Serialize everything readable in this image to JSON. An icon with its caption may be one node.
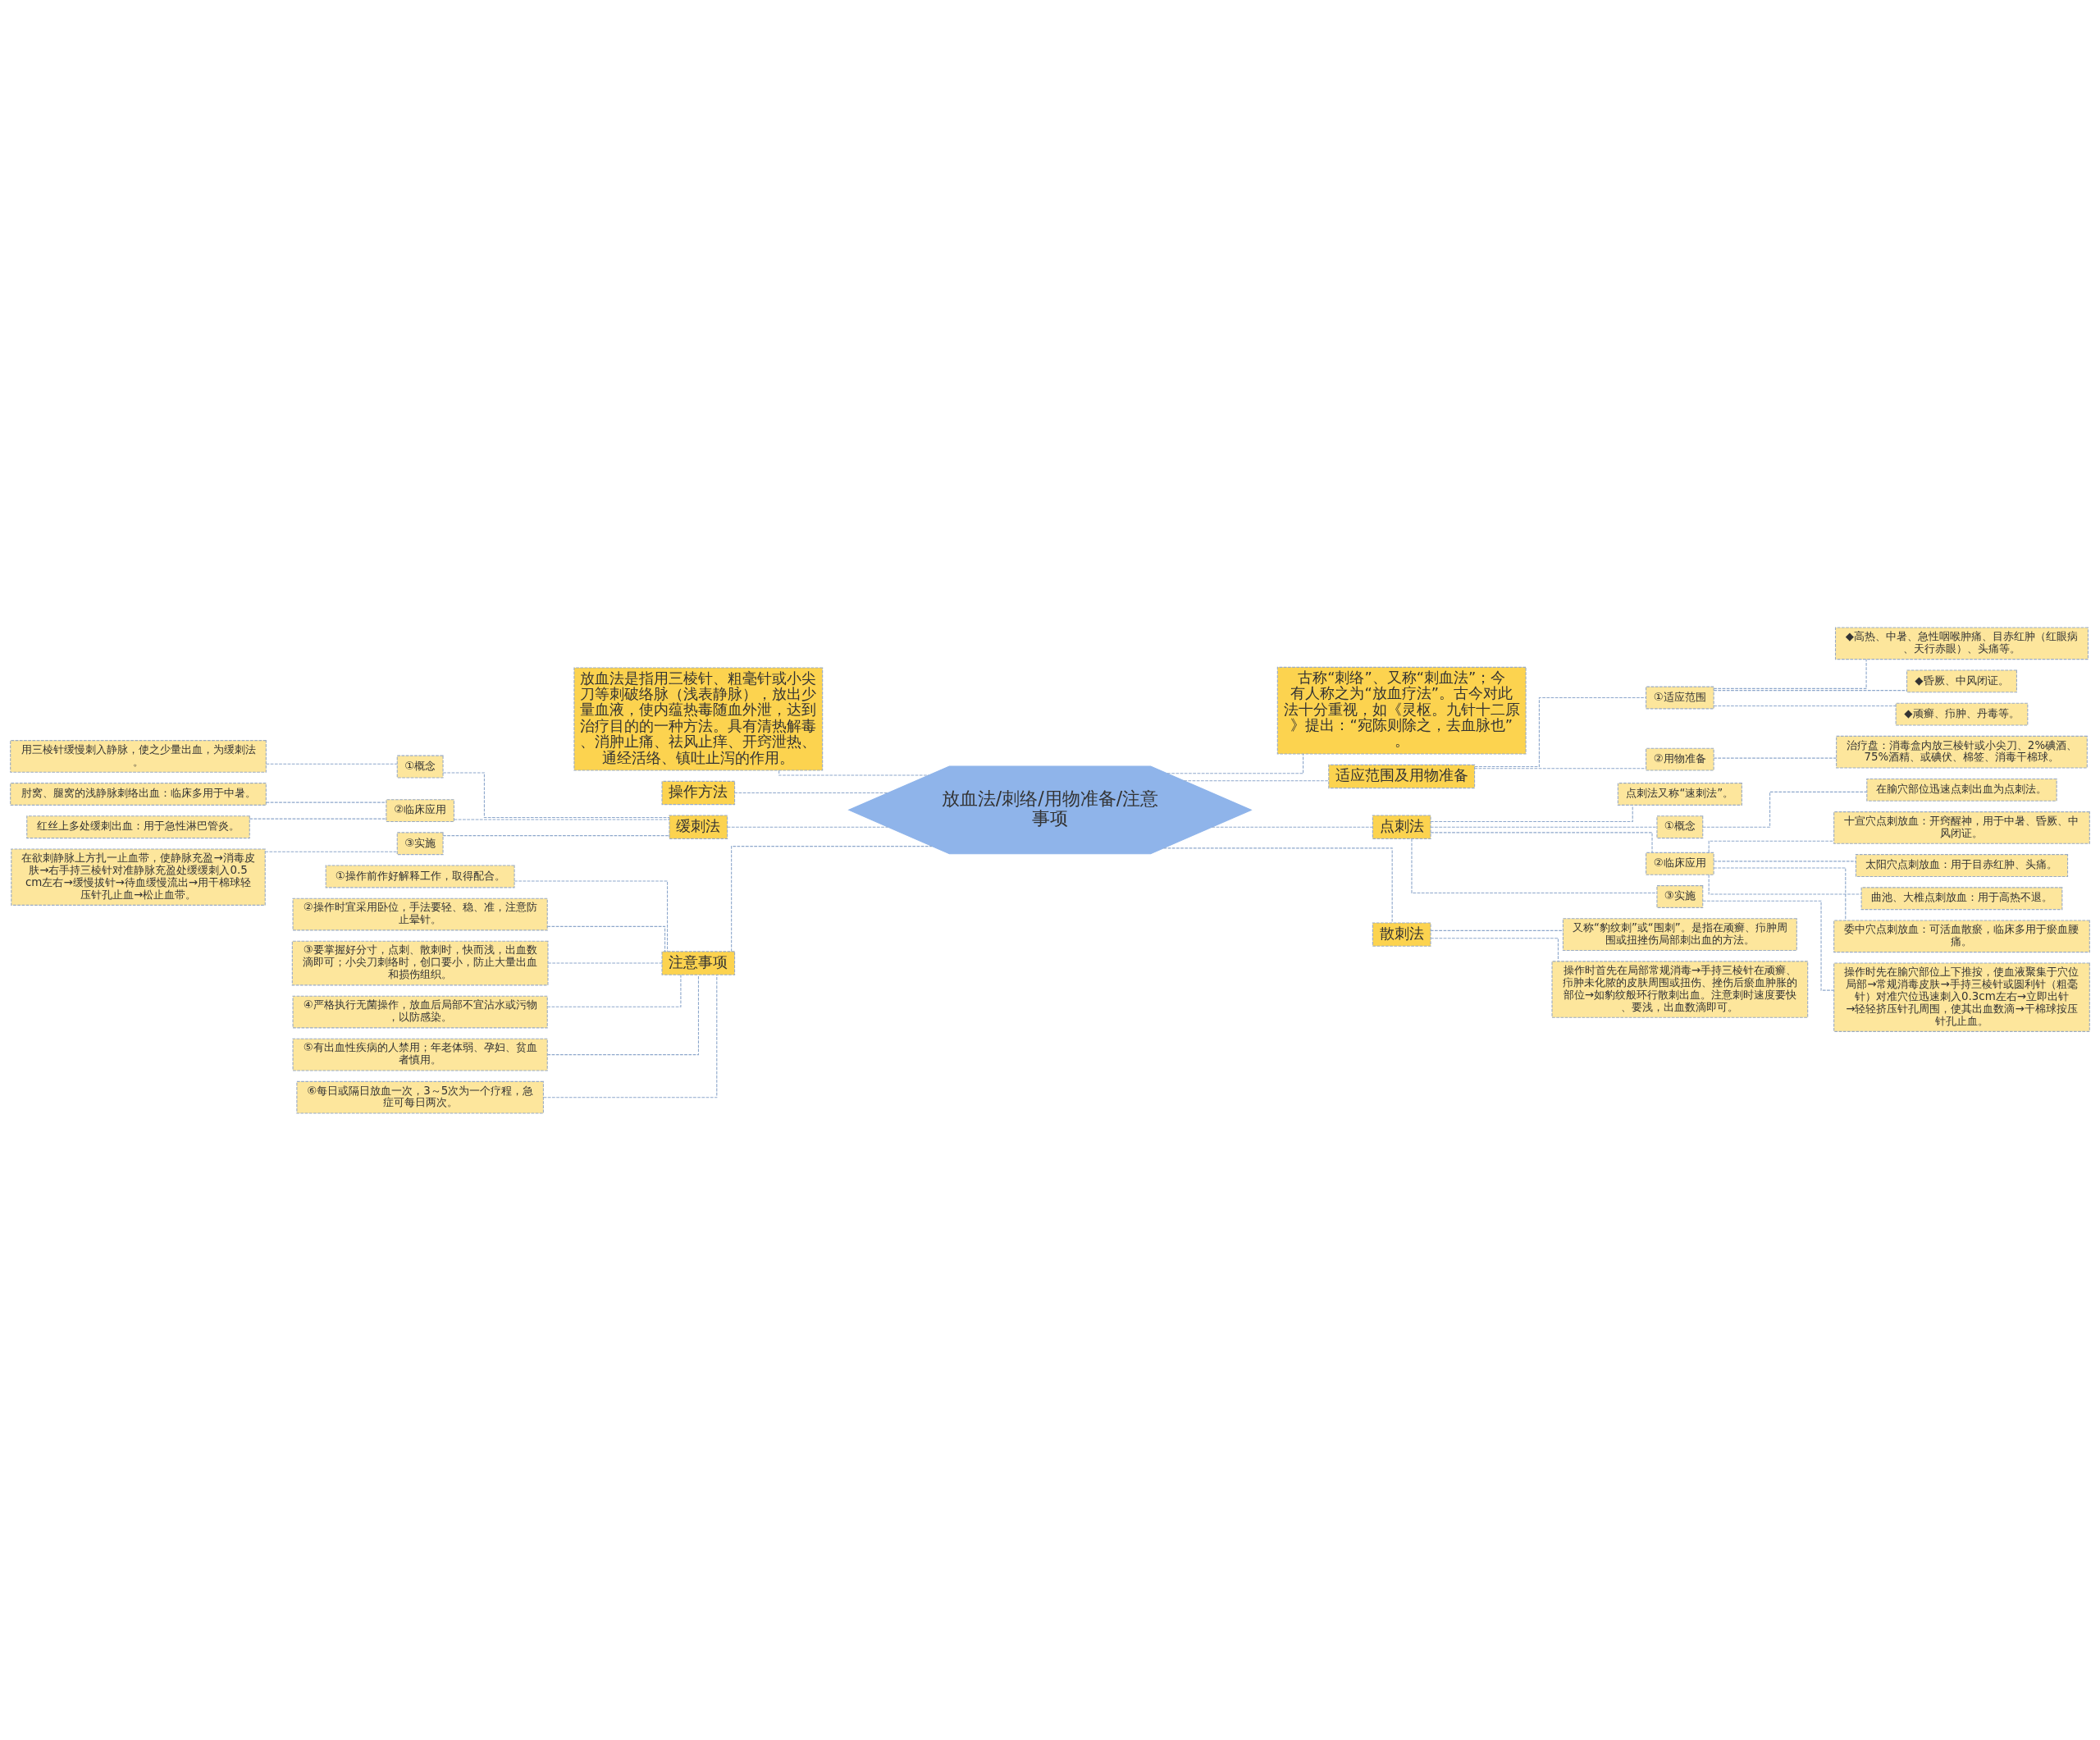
{
  "diagram": {
    "nodes": [
      {
        "text": [
          "放血法/刺络/用物准备/注意事项"
        ]
      },
      {
        "text": [
          "放血法是指用三棱针、粗毫针或小尖刀等刺破络脉（浅表静脉），放出少量血液，使内蕴热毒随血外泄，达到治疗目的的一种方法。具有清热解毒、消肿止痛、祛风止痒、开窍泄热、通经活络、镇吐止泻的作用。"
        ]
      },
      {
        "text": [
          "操作方法"
        ]
      },
      {
        "text": [
          "缓刺法"
        ]
      },
      {
        "text": [
          "①概念"
        ]
      },
      {
        "text": [
          "用三棱针缓慢刺入静脉，使之少量出血，为缓刺法。"
        ]
      },
      {
        "text": [
          "②临床应用"
        ]
      },
      {
        "text": [
          "肘窝、腿窝的浅静脉刺络出血：临床多用于中暑。"
        ]
      },
      {
        "text": [
          "红丝上多处缓刺出血：用于急性淋巴管炎。"
        ]
      },
      {
        "text": [
          "③实施"
        ]
      },
      {
        "text": [
          "在欲刺静脉上方扎一止血带，使静脉充盈→消毒皮肤→右手持三棱针对准静脉充盈处缓缓刺入0.5cm左右→缓慢拔针→待血缓慢流出→用干棉球轻压针孔止血→松止血带。"
        ]
      },
      {
        "text": [
          "注意事项"
        ]
      },
      {
        "text": [
          "①操作前作好解释工作，取得配合。"
        ]
      },
      {
        "text": [
          "②操作时宜采用卧位，手法要轻、稳、准，注意防止晕针。"
        ]
      },
      {
        "text": [
          "③要掌握好分寸，点刺、散刺时，快而浅，出血数滴即可；小尖刀刺络时，创口要小，防止大量出血和损伤组织。"
        ]
      },
      {
        "text": [
          "④严格执行无菌操作，放血后局部不宜沾水或污物，以防感染。"
        ]
      },
      {
        "text": [
          "⑤有出血性疾病的人禁用；年老体弱、孕妇、贫血者慎用。"
        ]
      },
      {
        "text": [
          "⑥每日或隔日放血一次，3～5次为一个疗程，急症可每日两次。"
        ]
      },
      {
        "text": [
          "古称“刺络”、又称“刺血法”；今有人称之为“放血疗法”。古今对此法十分重视，如《灵枢。九针十二原》提出：“宛陈则除之，去血脉也”。"
        ]
      },
      {
        "text": [
          "适应范围及用物准备"
        ]
      },
      {
        "text": [
          "①适应范围"
        ]
      },
      {
        "text": [
          "◆高热、中暑、急性咽喉肿痛、目赤红肿（红眼病、天行赤眼）、头痛等。"
        ]
      },
      {
        "text": [
          "◆昏厥、中风闭证。"
        ]
      },
      {
        "text": [
          "◆顽癣、疖肿、丹毒等。"
        ]
      },
      {
        "text": [
          "②用物准备"
        ]
      },
      {
        "text": [
          "治疗盘：消毒盒内放三棱针或小尖刀、2%碘酒、75%酒精、或碘伏、棉签、消毒干棉球。"
        ]
      },
      {
        "text": [
          "点刺法"
        ]
      },
      {
        "text": [
          "点刺法又称“速刺法”。"
        ]
      },
      {
        "text": [
          "①概念"
        ]
      },
      {
        "text": [
          "在腧穴部位迅速点刺出血为点刺法。"
        ]
      },
      {
        "text": [
          "②临床应用"
        ]
      },
      {
        "text": [
          "十宣穴点刺放血：开窍醒神，用于中暑、昏厥、中风闭证。"
        ]
      },
      {
        "text": [
          "太阳穴点刺放血：用于目赤红肿、头痛。"
        ]
      },
      {
        "text": [
          "曲池、大椎点刺放血：用于高热不退。"
        ]
      },
      {
        "text": [
          "委中穴点刺放血：可活血散瘀，临床多用于瘀血腰痛。"
        ]
      },
      {
        "text": [
          "③实施"
        ]
      },
      {
        "text": [
          "操作时先在腧穴部位上下推按，使血液聚集于穴位局部→常规消毒皮肤→手持三棱针或圆利针（粗毫针）对准穴位迅速刺入0.3cm左右→立即出针→轻轻挤压针孔周围，使其出血数滴→干棉球按压针孔止血。"
        ]
      },
      {
        "text": [
          "散刺法"
        ]
      },
      {
        "text": [
          "又称“豹纹刺”或“围刺”。是指在顽癣、疖肿周围或扭挫伤局部刺出血的方法。"
        ]
      },
      {
        "text": [
          "操作时首先在局部常规消毒→手持三棱针在顽癣、疖肿未化脓的皮肤周围或扭伤、挫伤后瘀血肿胀的部位→如豹纹般环行散刺出血。注意刺时速度要快、要浅，出血数滴即可。"
        ]
      }
    ],
    "edges": [
      {
        "from": 0,
        "to": 1,
        "arrow": "none"
      },
      {
        "from": 0,
        "to": 2,
        "arrow": "none"
      },
      {
        "from": 0,
        "to": 3,
        "arrow": "none"
      },
      {
        "from": 3,
        "to": 4,
        "arrow": "none"
      },
      {
        "from": 4,
        "to": 5,
        "arrow": "none"
      },
      {
        "from": 3,
        "to": 6,
        "arrow": "none"
      },
      {
        "from": 6,
        "to": 7,
        "arrow": "none"
      },
      {
        "from": 6,
        "to": 8,
        "arrow": "none"
      },
      {
        "from": 3,
        "to": 9,
        "arrow": "none"
      },
      {
        "from": 9,
        "to": 10,
        "arrow": "none"
      },
      {
        "from": 0,
        "to": 11,
        "arrow": "none"
      },
      {
        "from": 11,
        "to": 12,
        "arrow": "none"
      },
      {
        "from": 11,
        "to": 13,
        "arrow": "none"
      },
      {
        "from": 11,
        "to": 14,
        "arrow": "none"
      },
      {
        "from": 11,
        "to": 15,
        "arrow": "none"
      },
      {
        "from": 11,
        "to": 16,
        "arrow": "none"
      },
      {
        "from": 11,
        "to": 17,
        "arrow": "none"
      },
      {
        "from": 0,
        "to": 18,
        "arrow": "none"
      },
      {
        "from": 0,
        "to": 19,
        "arrow": "none"
      },
      {
        "from": 19,
        "to": 20,
        "arrow": "none"
      },
      {
        "from": 20,
        "to": 21,
        "arrow": "none"
      },
      {
        "from": 20,
        "to": 22,
        "arrow": "none"
      },
      {
        "from": 20,
        "to": 23,
        "arrow": "none"
      },
      {
        "from": 19,
        "to": 24,
        "arrow": "none"
      },
      {
        "from": 24,
        "to": 25,
        "arrow": "none"
      },
      {
        "from": 0,
        "to": 26,
        "arrow": "none"
      },
      {
        "from": 26,
        "to": 27,
        "arrow": "none"
      },
      {
        "from": 26,
        "to": 28,
        "arrow": "none"
      },
      {
        "from": 28,
        "to": 29,
        "arrow": "none"
      },
      {
        "from": 26,
        "to": 30,
        "arrow": "none"
      },
      {
        "from": 30,
        "to": 31,
        "arrow": "none"
      },
      {
        "from": 30,
        "to": 32,
        "arrow": "none"
      },
      {
        "from": 30,
        "to": 33,
        "arrow": "none"
      },
      {
        "from": 30,
        "to": 34,
        "arrow": "none"
      },
      {
        "from": 26,
        "to": 35,
        "arrow": "none"
      },
      {
        "from": 35,
        "to": 36,
        "arrow": "none"
      },
      {
        "from": 0,
        "to": 37,
        "arrow": "none"
      },
      {
        "from": 37,
        "to": 38,
        "arrow": "none"
      },
      {
        "from": 37,
        "to": 39,
        "arrow": "none"
      }
    ]
  }
}
